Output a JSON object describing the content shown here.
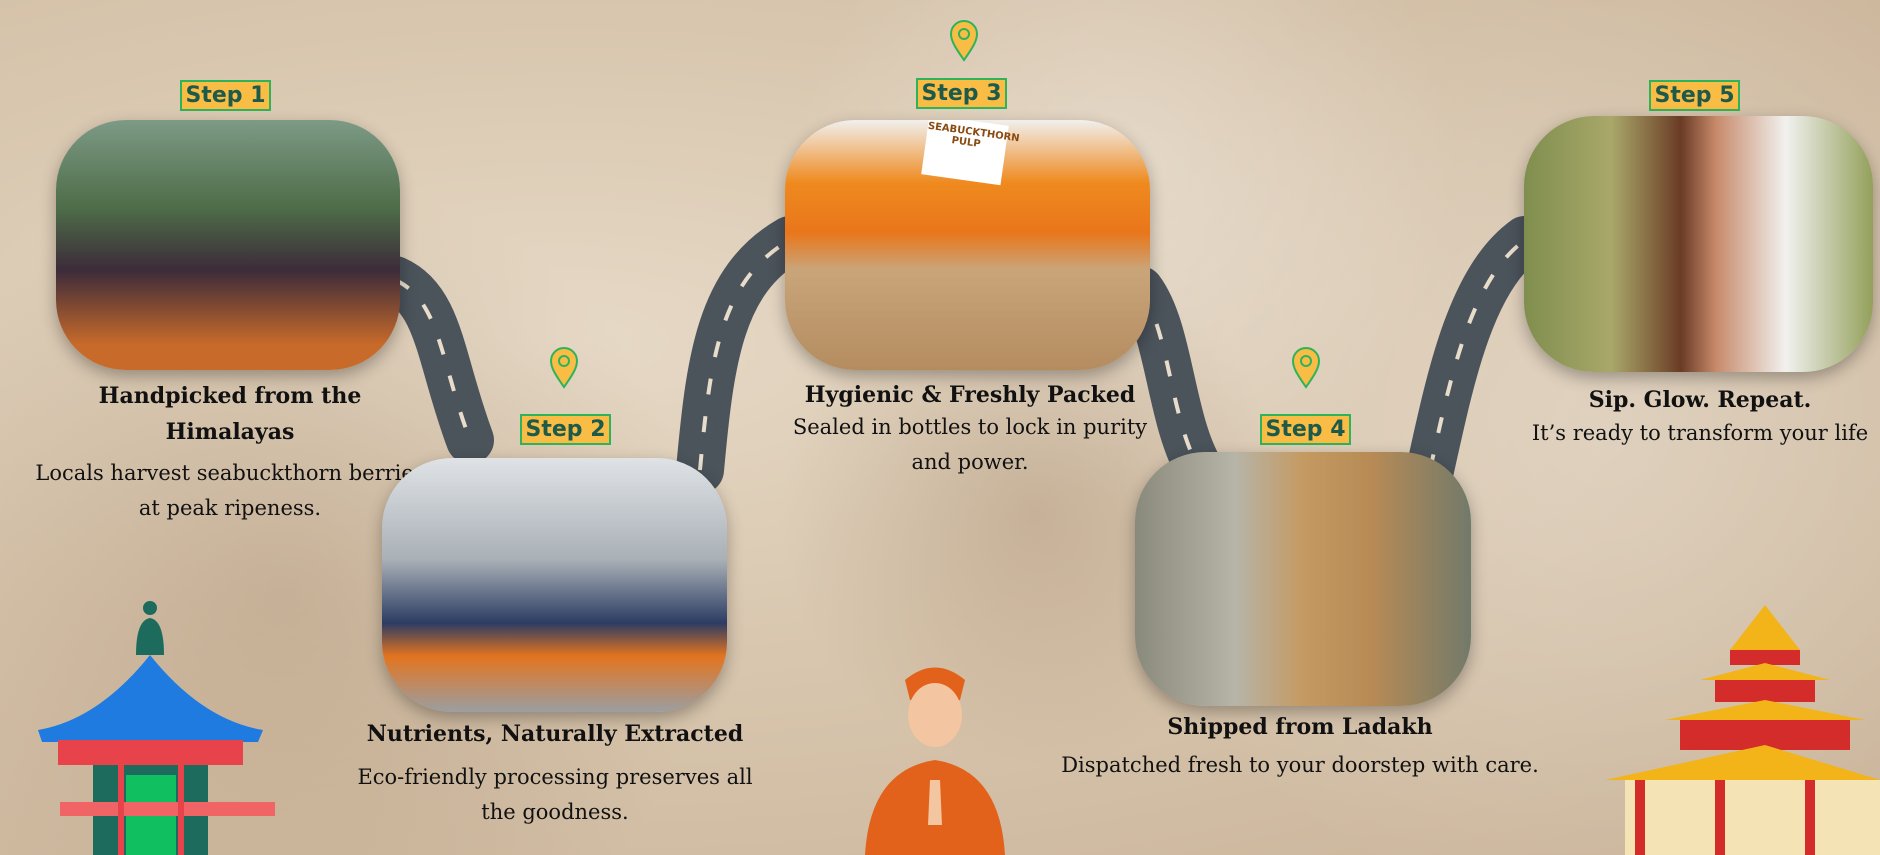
{
  "steps": [
    {
      "label": "Step 1",
      "title": "Handpicked from the Himalayas",
      "desc": "Locals harvest seabuckthorn berries at peak ripeness."
    },
    {
      "label": "Step 2",
      "title": "Nutrients, Naturally Extracted",
      "desc": "Eco-friendly processing preserves all the goodness."
    },
    {
      "label": "Step 3",
      "title": "Hygienic & Freshly Packed",
      "desc": "Sealed in bottles to lock in purity and power.",
      "bottle_label": "SEABUCKTHORN PULP"
    },
    {
      "label": "Step 4",
      "title": "Shipped from Ladakh",
      "desc": "Dispatched fresh to your doorstep with care."
    },
    {
      "label": "Step 5",
      "title": "Sip. Glow. Repeat.",
      "desc": "It’s ready to transform your life"
    }
  ],
  "colors": {
    "badge": "#f9bd45",
    "badge_border": "#2fb35a",
    "road": "#4b535b",
    "pin": "#f9bd45"
  }
}
